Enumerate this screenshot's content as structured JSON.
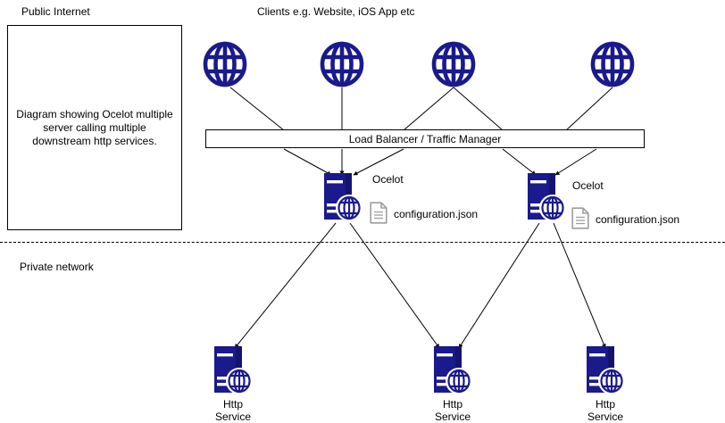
{
  "diagram": {
    "title_public": "Public Internet",
    "title_clients": "Clients e.g. Website, iOS App etc",
    "title_private": "Private network",
    "description": "Diagram showing Ocelot multiple server calling multiple downstream http services.",
    "load_balancer_label": "Load Balancer / Traffic Manager",
    "colors": {
      "node_blue": "#1a1a8c",
      "doc_gray": "#9e9e9e",
      "line_black": "#000000",
      "background": "#ffffff"
    },
    "clients": [
      {
        "name": "client-globe-1",
        "icon": "globe-icon"
      },
      {
        "name": "client-globe-2",
        "icon": "globe-icon"
      },
      {
        "name": "client-globe-3",
        "icon": "globe-icon"
      },
      {
        "name": "client-globe-4",
        "icon": "globe-icon"
      }
    ],
    "ocelot_nodes": [
      {
        "label": "Ocelot",
        "config_label": "configuration.json",
        "icon": "server-globe-icon",
        "config_icon": "document-icon"
      },
      {
        "label": "Ocelot",
        "config_label": "configuration.json",
        "icon": "server-globe-icon",
        "config_icon": "document-icon"
      }
    ],
    "http_services": [
      {
        "line1": "Http",
        "line2": "Service",
        "icon": "server-globe-icon"
      },
      {
        "line1": "Http",
        "line2": "Service",
        "icon": "server-globe-icon"
      },
      {
        "line1": "Http",
        "line2": "Service",
        "icon": "server-globe-icon"
      }
    ]
  }
}
